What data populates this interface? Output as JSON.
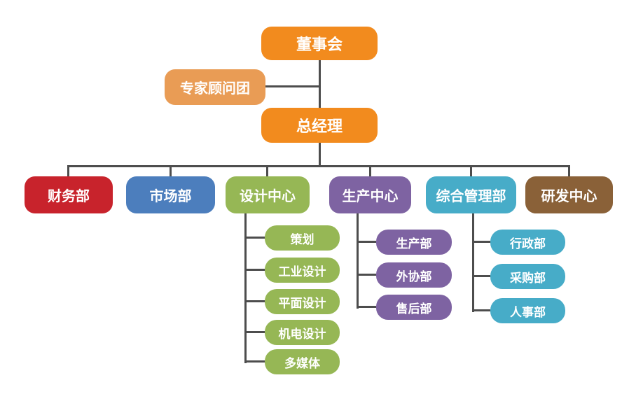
{
  "colors": {
    "orange": "#F28B1E",
    "light_orange": "#E99C55",
    "red": "#C8232C",
    "blue": "#4C7EBD",
    "green": "#96B755",
    "purple": "#7E63A2",
    "teal": "#47ACC8",
    "brown": "#8A6138",
    "connector": "#4D4D4D",
    "background": "#FFFFFF"
  },
  "org": {
    "board": {
      "label": "董事会"
    },
    "advisory": {
      "label": "专家顾问团"
    },
    "general_manager": {
      "label": "总经理"
    },
    "departments": [
      {
        "label": "财务部",
        "color": "red",
        "children": []
      },
      {
        "label": "市场部",
        "color": "blue",
        "children": []
      },
      {
        "label": "设计中心",
        "color": "green",
        "children": [
          {
            "label": "策划"
          },
          {
            "label": "工业设计"
          },
          {
            "label": "平面设计"
          },
          {
            "label": "机电设计"
          },
          {
            "label": "多媒体"
          }
        ]
      },
      {
        "label": "生产中心",
        "color": "purple",
        "children": [
          {
            "label": "生产部"
          },
          {
            "label": "外协部"
          },
          {
            "label": "售后部"
          }
        ]
      },
      {
        "label": "综合管理部",
        "color": "teal",
        "children": [
          {
            "label": "行政部"
          },
          {
            "label": "采购部"
          },
          {
            "label": "人事部"
          }
        ]
      },
      {
        "label": "研发中心",
        "color": "brown",
        "children": []
      }
    ]
  }
}
